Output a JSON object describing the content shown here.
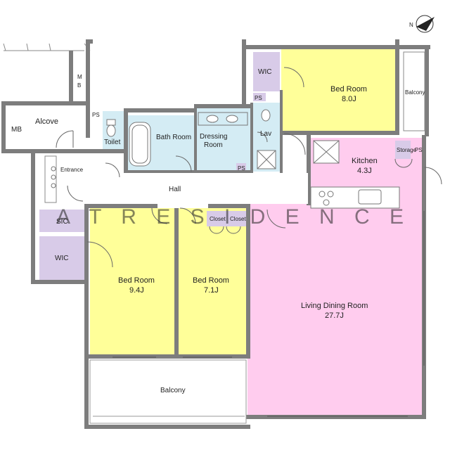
{
  "compass": {
    "north_label": "N"
  },
  "rooms": {
    "mb_top": "M\nB",
    "mb_left": "MB",
    "alcove": "Alcove",
    "ps_toilet": "PS",
    "toilet": "Toilet",
    "bath_room": "Bath Room",
    "dressing_room_1": "Dressing",
    "dressing_room_2": "Room",
    "lav": "Lav",
    "ps_lav_top": "PS",
    "ps_lav_bottom": "PS",
    "wic_top": "WIC",
    "master_bed": {
      "name": "Bed Room",
      "size": "8.0J"
    },
    "balcony_right": "Balcony",
    "kitchen": {
      "name": "Kitchen",
      "size": "4.3J"
    },
    "storage": "Storage",
    "ps_kitchen": "PS",
    "entrance": "Entrance",
    "hall": "Hall",
    "sic": "SIC",
    "wic_left": "WIC",
    "closet_1": "Closet",
    "closet_2": "Closet",
    "bed_2": {
      "name": "Bed Room",
      "size": "9.4J"
    },
    "bed_3": {
      "name": "Bed Room",
      "size": "7.1J"
    },
    "ldk": {
      "name": "Living Dining Room",
      "size": "27.7J"
    },
    "balcony_bottom": "Balcony"
  },
  "watermark": "A T  R E S I D E N C E",
  "colors": {
    "bedroom": "#ffff99",
    "ldk": "#ffccee",
    "wet_area": "#d4ecf4",
    "storage": "#d8cbe8",
    "wall": "#7d7d7d"
  }
}
